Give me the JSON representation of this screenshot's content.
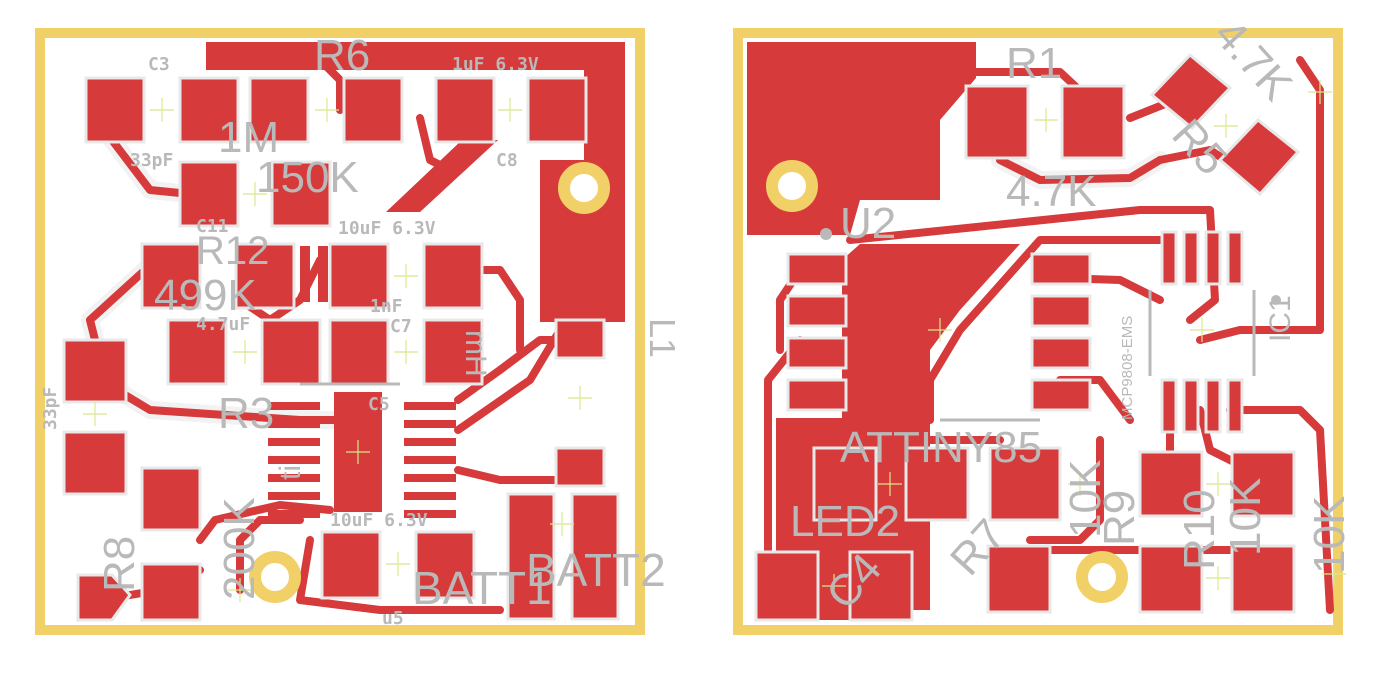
{
  "colors": {
    "copper": "#d63a3a",
    "board_outline": "#f2d068",
    "silkscreen": "#b9b9b9",
    "origin_marks": "#d8e88a",
    "background": "#ffffff"
  },
  "boards": {
    "left": {
      "labels": {
        "c3": "C3",
        "r6": "R6",
        "c1uf": "1uF 6.3V",
        "m1": "1M",
        "pf33": "33pF",
        "k150": "150K",
        "c8": "C8",
        "c11": "C11",
        "r12": "R12",
        "c10uf_a": "10uF 6.3V",
        "k499": "499K",
        "nf1": "1nF",
        "uf47": "4.7uF",
        "c7": "C7",
        "pf33_side": "33pF",
        "r3": "R3",
        "c5": "C5",
        "ti": "ti",
        "k200": "200K",
        "c10uf_b": "10uF 6.3V",
        "r8": "R8",
        "batt1": "BATT1",
        "batt2": "BATT2",
        "l1": "L1",
        "u_small": "u5"
      }
    },
    "right": {
      "labels": {
        "r1": "R1",
        "k47_rot": "4.7K",
        "r5": "R5",
        "k47": "4.7K",
        "u2": "U2",
        "mcp": "MCP9808-EMS",
        "ic1": "IC1",
        "attiny": "ATTINY85",
        "led2": "LED2",
        "c4": "C4",
        "r7": "R7",
        "k10_a": "10K",
        "r9": "R9",
        "r10": "R10",
        "k10_b": "10K",
        "k10_c": "10K"
      }
    }
  }
}
